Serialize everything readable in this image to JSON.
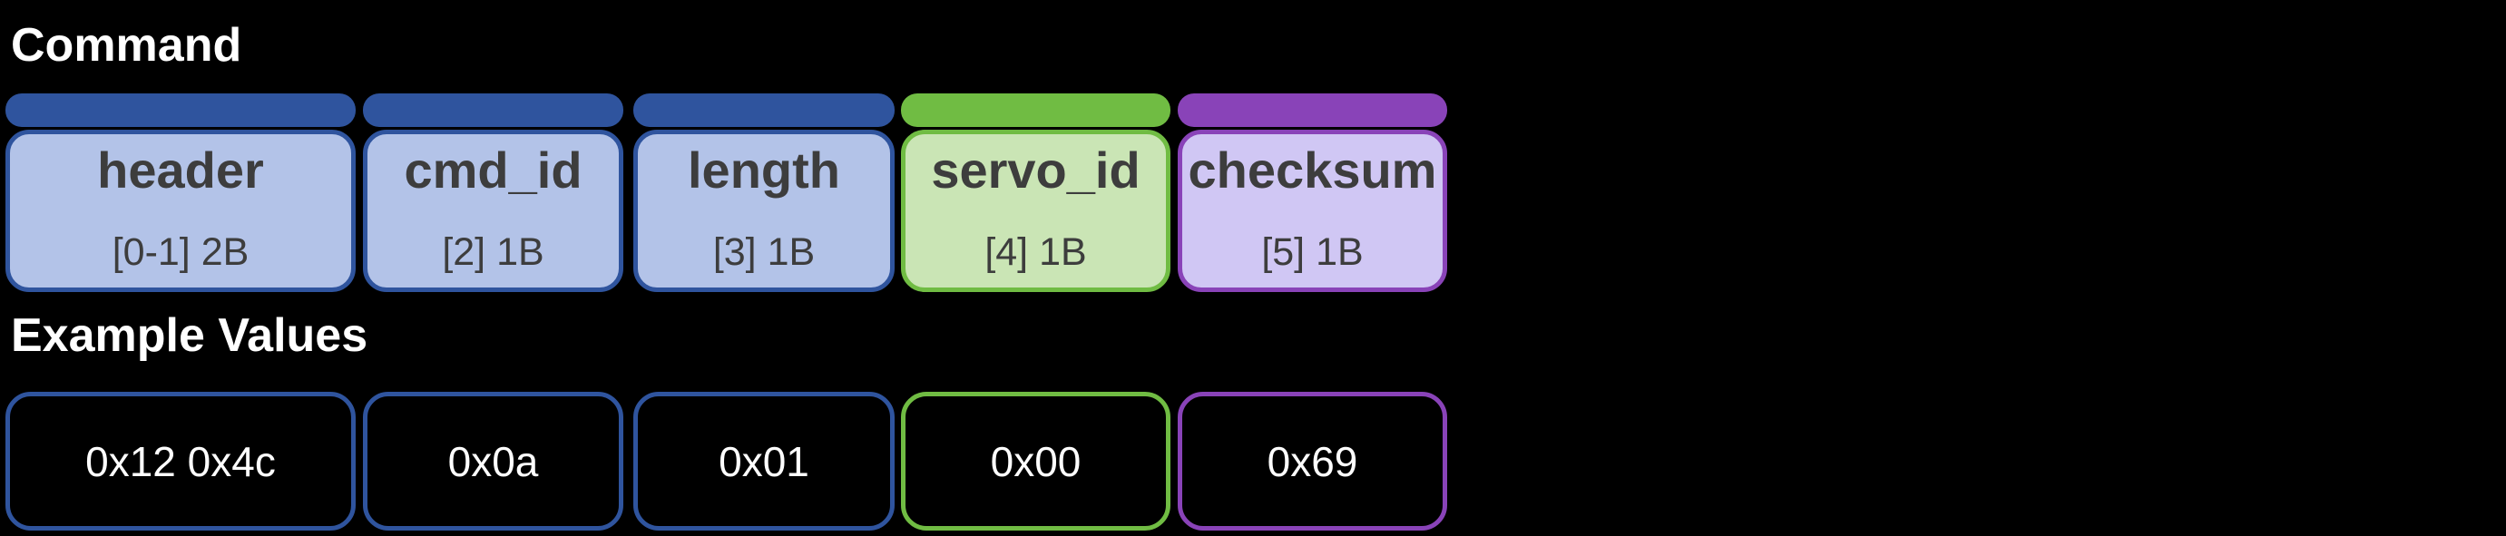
{
  "headings": {
    "command": "Command",
    "example_values": "Example Values"
  },
  "colors": {
    "blue_accent": "#2F549E",
    "blue_fill": "#B3C3E8",
    "green_accent": "#70BC43",
    "green_fill": "#CAE5B5",
    "purple_accent": "#8943B8",
    "purple_fill": "#D0C7F4",
    "field_text": "#3D3D3D",
    "heading_text": "#FFFFFF",
    "example_text": "#FFFFFF",
    "background": "#000000"
  },
  "fields": [
    {
      "name": "header",
      "byte_label": "[0-1] 2B",
      "example_value": "0x12 0x4c",
      "color": "blue"
    },
    {
      "name": "cmd_id",
      "byte_label": "[2] 1B",
      "example_value": "0x0a",
      "color": "blue"
    },
    {
      "name": "length",
      "byte_label": "[3] 1B",
      "example_value": "0x01",
      "color": "blue"
    },
    {
      "name": "servo_id",
      "byte_label": "[4] 1B",
      "example_value": "0x00",
      "color": "green"
    },
    {
      "name": "checksum",
      "byte_label": "[5] 1B",
      "example_value": "0x69",
      "color": "purple"
    }
  ]
}
